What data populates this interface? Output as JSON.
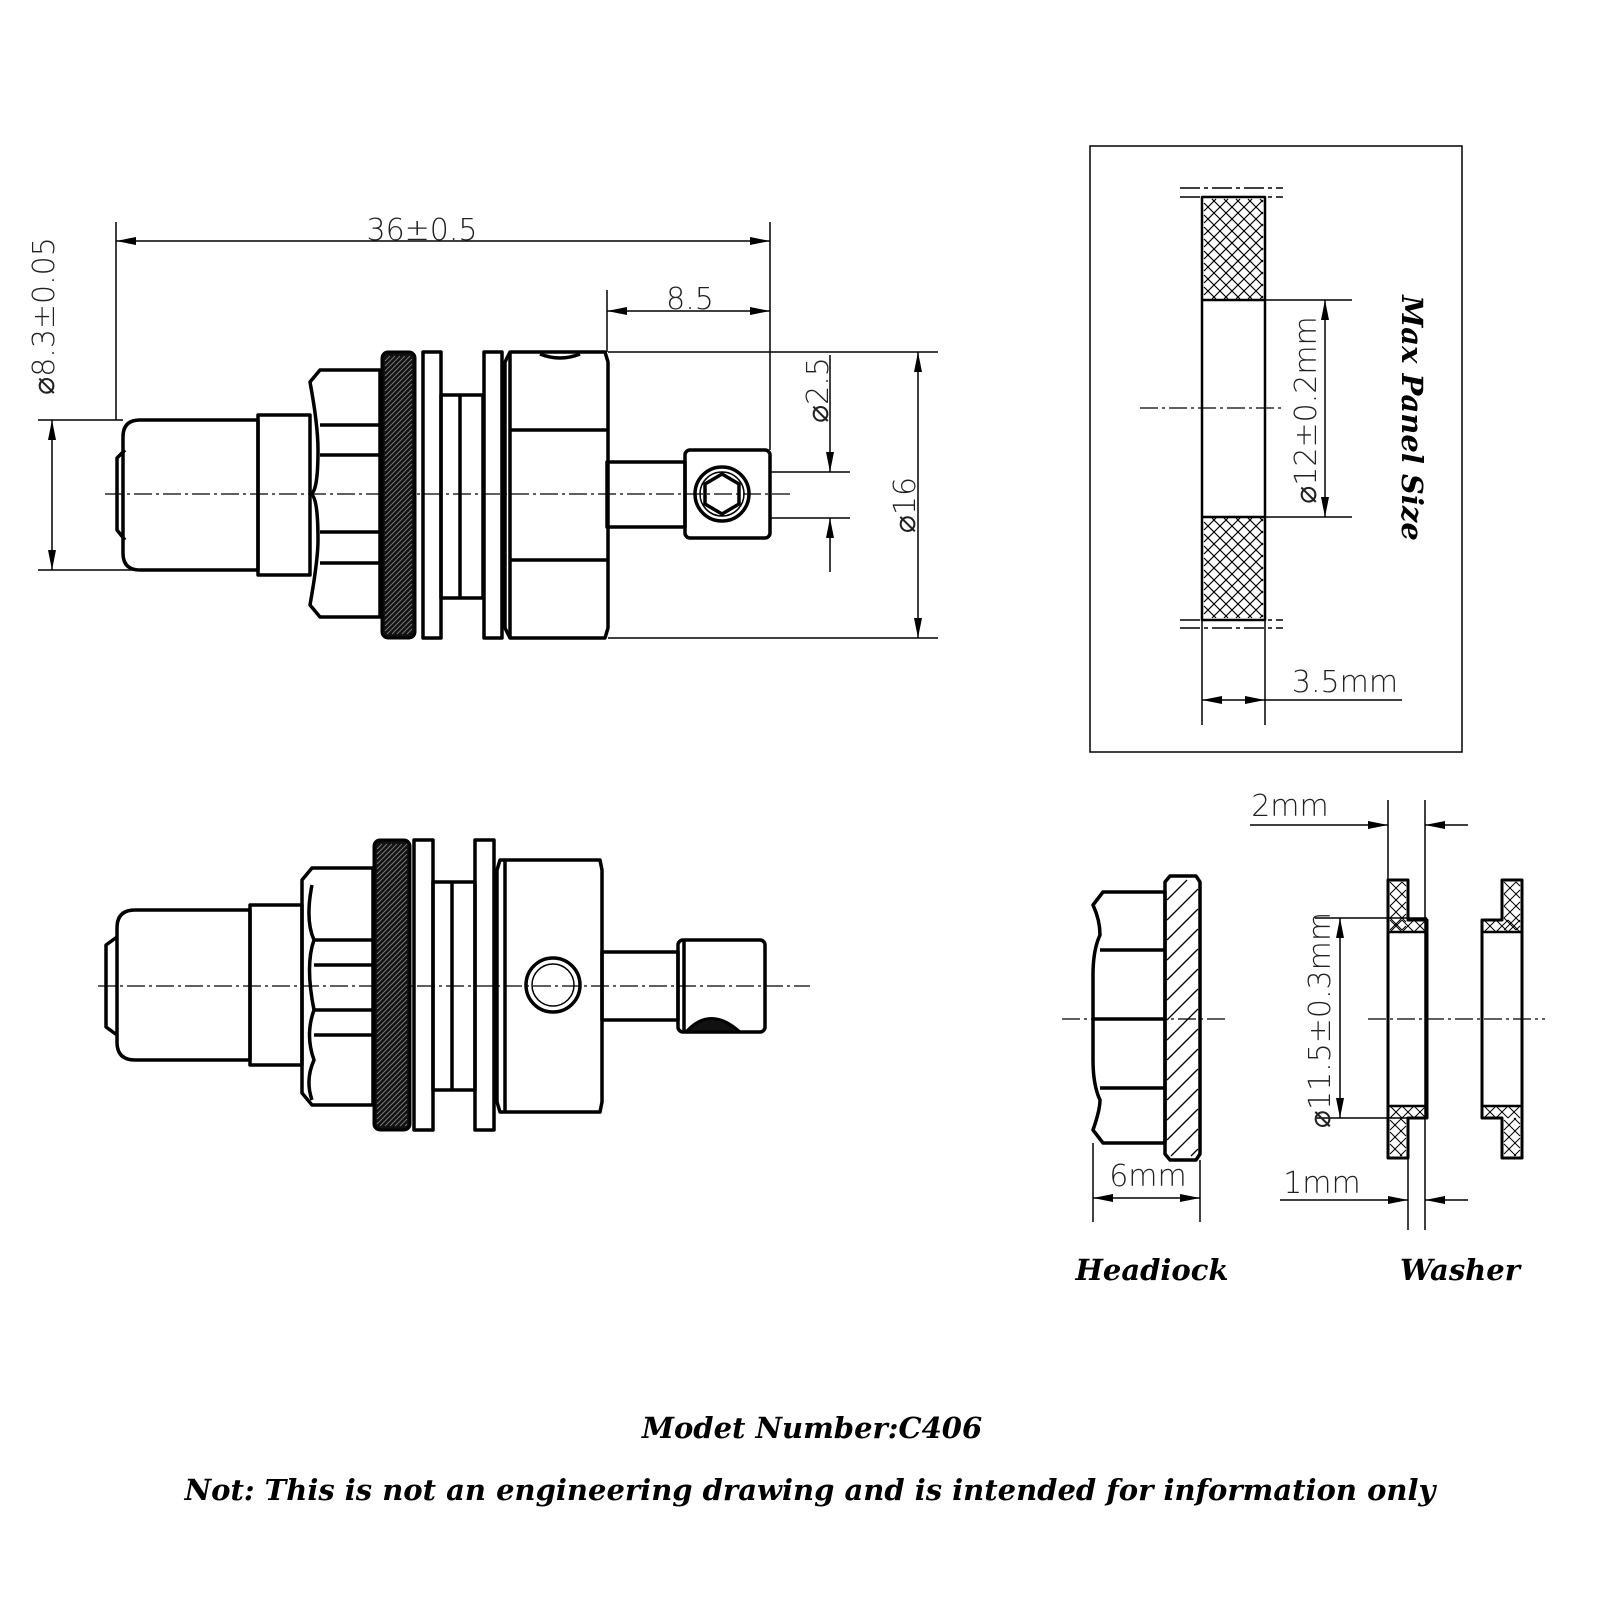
{
  "dimensions": {
    "overall_length": "36±0.5",
    "shaft_length": "8.5",
    "tip_diameter": "⌀8.3±0.05",
    "hole_diameter": "⌀2.5",
    "body_diameter": "⌀16",
    "panel_hole": "⌀12±0.2mm",
    "panel_thickness": "3.5mm",
    "headlock_width": "6mm",
    "washer_width": "2mm",
    "washer_step": "1mm",
    "washer_inner": "⌀11.5±0.3mm"
  },
  "labels": {
    "max_panel": "Max Panel Size",
    "headlock": "Headiock",
    "washer": "Washer"
  },
  "footer": {
    "model": "Modet Number:C406",
    "note": "Not: This is not an engineering drawing and is intended for information only"
  }
}
